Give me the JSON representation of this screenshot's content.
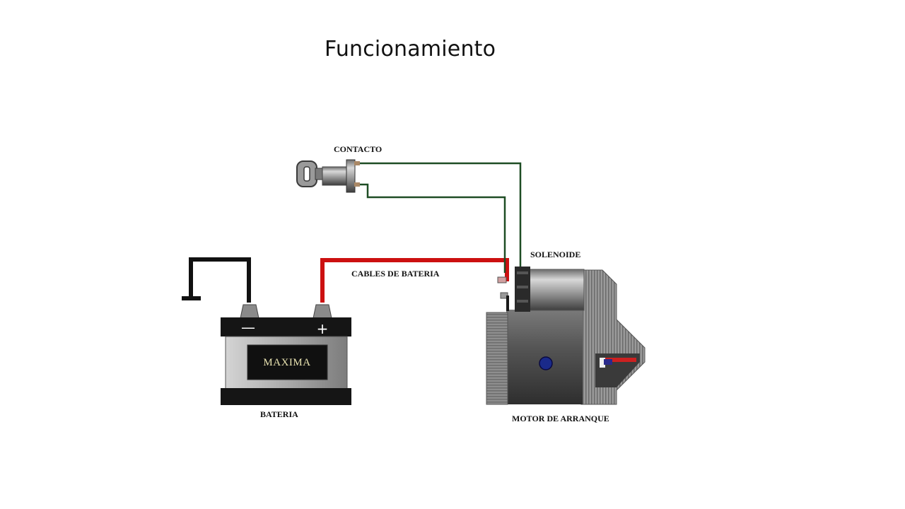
{
  "slide": {
    "title": "Funcionamiento"
  },
  "diagram": {
    "labels": {
      "contacto": "CONTACTO",
      "solenoide": "SOLENOIDE",
      "cables": "CABLES DE BATERIA",
      "bateria": "BATERIA",
      "motor": "MOTOR DE ARRANQUE"
    },
    "battery": {
      "brand": "MAXIMA",
      "negative_sign": "—",
      "positive_sign": "+"
    },
    "colors": {
      "positive_cable": "#cc1010",
      "control_wires": "#1e4d24",
      "ground_cable": "#111111",
      "battery_body": "#9a9a9a",
      "motor_body": "#5a5a5a"
    }
  }
}
